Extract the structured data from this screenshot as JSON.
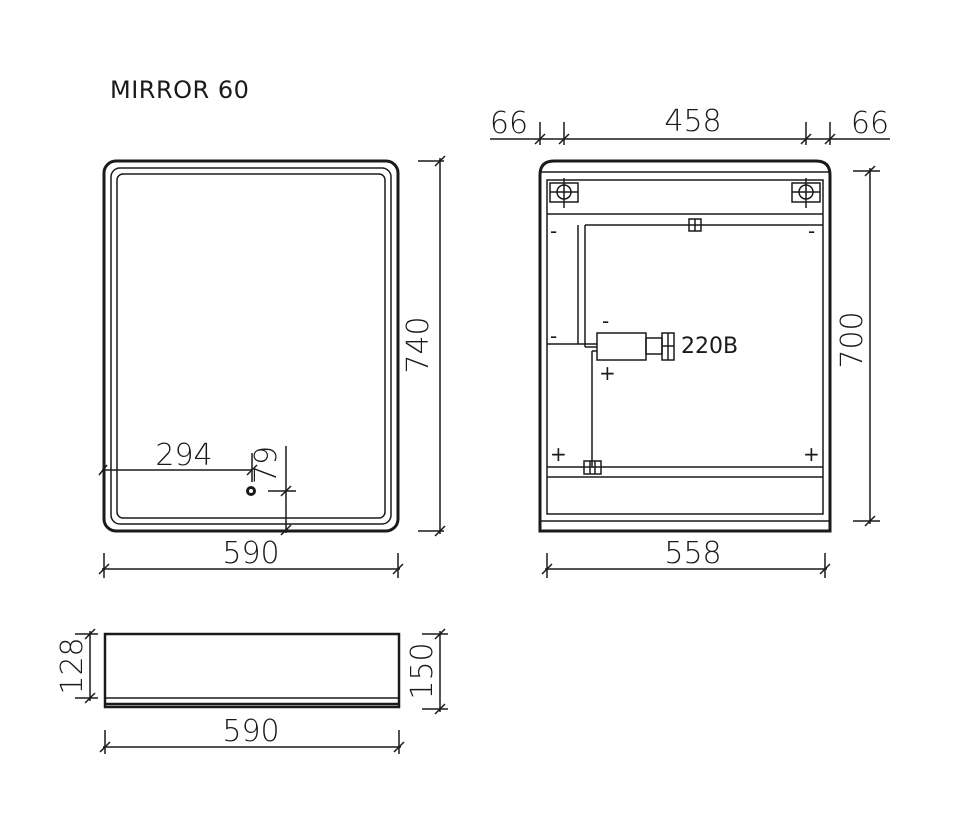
{
  "title": "MIRROR 60",
  "colors": {
    "line": "#1a1a1a",
    "background": "#ffffff"
  },
  "front_view": {
    "width_label": "590",
    "height_label": "740",
    "switch_x_label": "294",
    "switch_y_label": "79"
  },
  "back_view": {
    "top_left_label": "66",
    "top_center_label": "458",
    "top_right_label": "66",
    "height_label": "700",
    "width_label": "558",
    "power_label": "220B",
    "polarity": {
      "minus": "-",
      "plus": "+"
    }
  },
  "side_view": {
    "width_label": "590",
    "depth_inner_label": "128",
    "depth_outer_label": "150"
  }
}
